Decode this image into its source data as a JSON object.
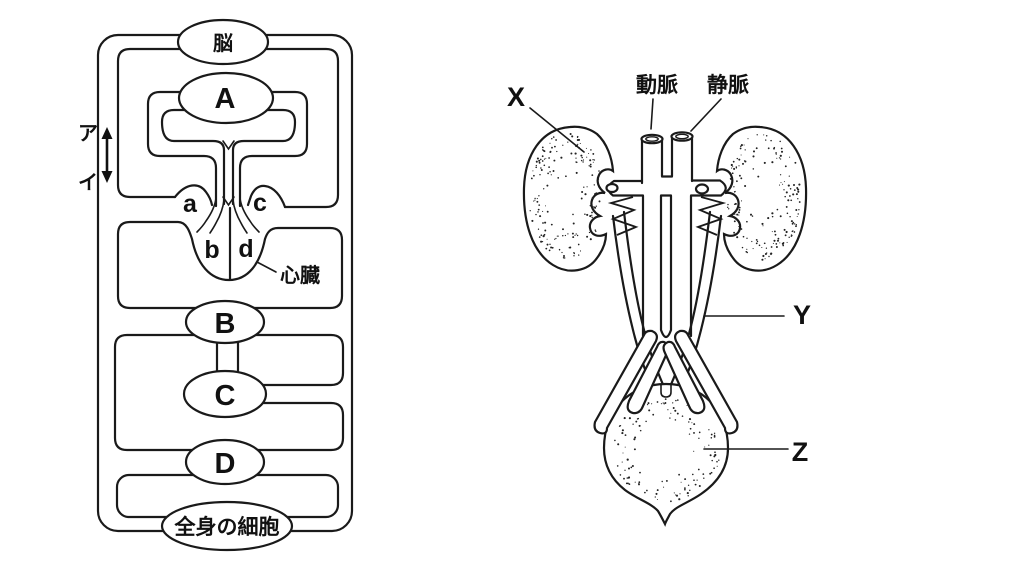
{
  "colors": {
    "line": "#1a1a1a",
    "background": "#ffffff",
    "text": "#111111"
  },
  "left_diagram": {
    "brain_label": "脳",
    "organ_a_label": "A",
    "organ_b_label": "B",
    "organ_c_label": "C",
    "organ_d_label": "D",
    "body_cells_label": "全身の細胞",
    "heart_label": "心臓",
    "chamber_labels": {
      "upper_left": "a",
      "upper_right": "c",
      "lower_left": "b",
      "lower_right": "d"
    },
    "flow_upper_label": "ア",
    "flow_lower_label": "イ"
  },
  "right_diagram": {
    "kidney_label": "X",
    "artery_label": "動脈",
    "vein_label": "静脈",
    "ureter_label": "Y",
    "bladder_label": "Z"
  }
}
